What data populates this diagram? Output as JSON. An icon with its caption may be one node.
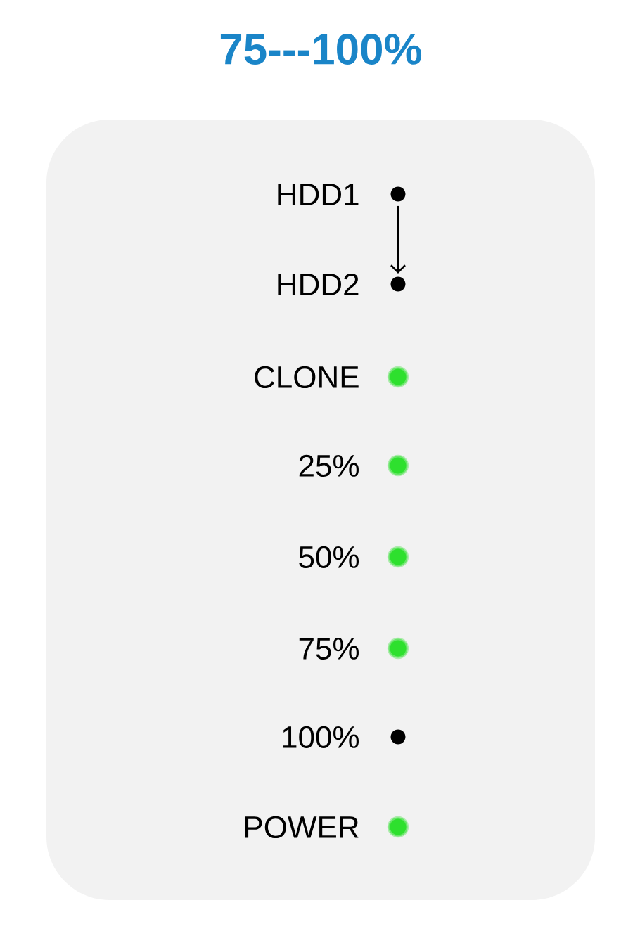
{
  "diagram": {
    "title": "75---100%",
    "nodes": [
      {
        "text": [],
        "shape": "box"
      },
      {
        "text": [],
        "shape": "circle",
        "in": 0,
        "beside": [
          "HDD1"
        ]
      },
      {
        "text": [],
        "shape": "circle",
        "in": 0,
        "beside": [
          "HDD2"
        ]
      },
      {
        "text": [],
        "shape": "circle",
        "in": 0,
        "beside": [
          "CLONE"
        ]
      },
      {
        "text": [],
        "shape": "circle",
        "in": 0,
        "beside": [
          "25%"
        ]
      },
      {
        "text": [],
        "shape": "circle",
        "in": 0,
        "beside": [
          "50%"
        ]
      },
      {
        "text": [],
        "shape": "circle",
        "in": 0,
        "beside": [
          "75%"
        ]
      },
      {
        "text": [],
        "shape": "circle",
        "in": 0,
        "beside": [
          "100%"
        ]
      },
      {
        "text": [],
        "shape": "circle",
        "in": 0,
        "beside": [
          "POWER"
        ]
      }
    ],
    "edges": [
      {
        "from": 1,
        "to": 2,
        "arrow": "to"
      }
    ]
  }
}
